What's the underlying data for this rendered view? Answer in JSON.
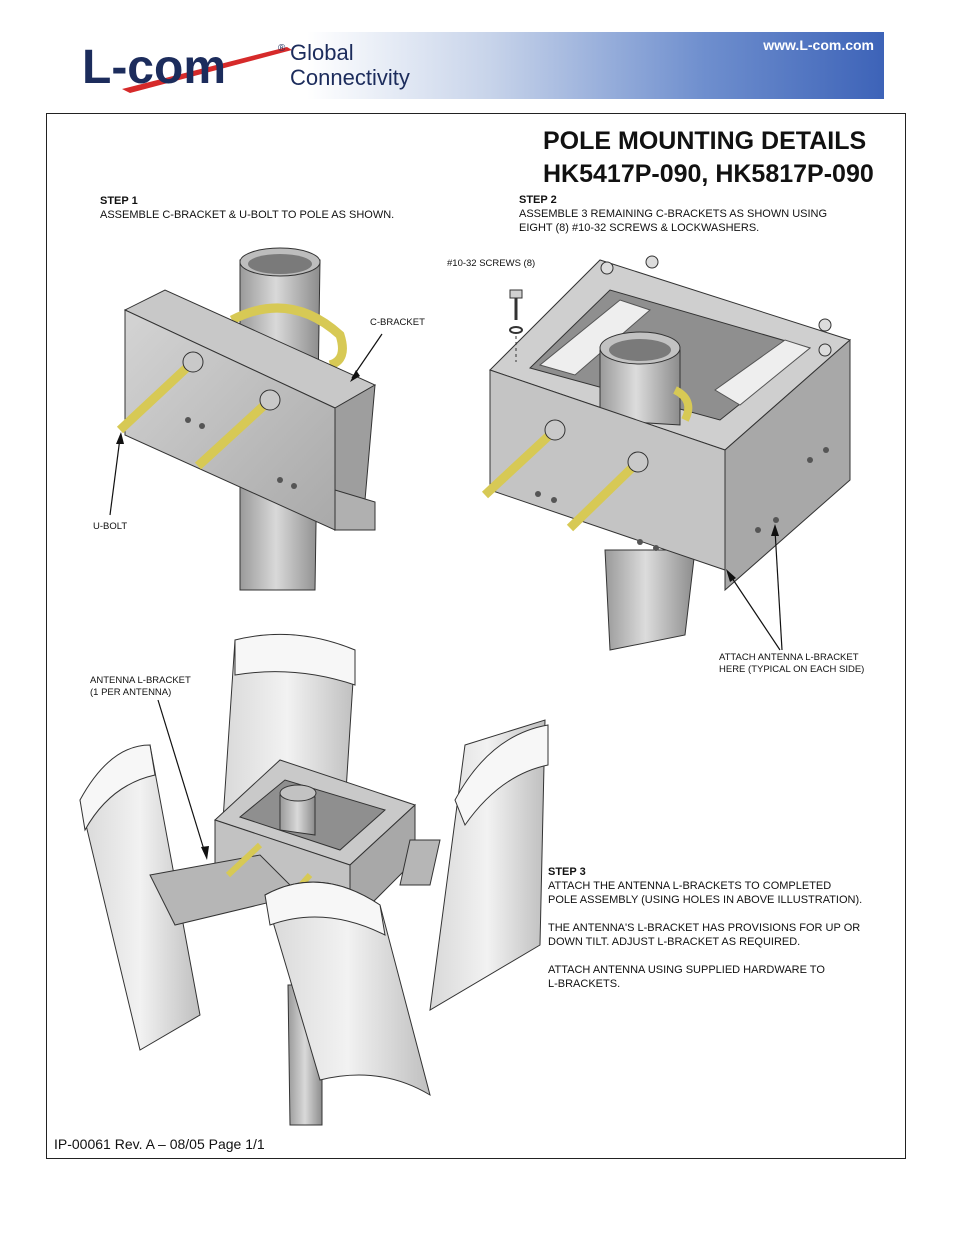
{
  "header": {
    "logo_text": "L-com",
    "registered": "®",
    "brand_line1": "Global",
    "brand_line2": "Connectivity",
    "website": "www.L-com.com"
  },
  "title": {
    "line1": "POLE MOUNTING DETAILS",
    "line2": "HK5417P-090, HK5817P-090"
  },
  "step1": {
    "heading": "STEP 1",
    "text": "ASSEMBLE C-BRACKET & U-BOLT TO POLE AS SHOWN.",
    "label_cbracket": "C-BRACKET",
    "label_ubolt": "U-BOLT"
  },
  "step2": {
    "heading": "STEP 2",
    "line1": "ASSEMBLE 3 REMAINING C-BRACKETS AS SHOWN USING",
    "line2": "EIGHT (8) #10-32 SCREWS & LOCKWASHERS.",
    "label_screws": "#10-32 SCREWS (8)",
    "label_attach1": "ATTACH ANTENNA L-BRACKET",
    "label_attach2": "HERE (TYPICAL ON EACH SIDE)"
  },
  "step3": {
    "label_lbracket1": "ANTENNA L-BRACKET",
    "label_lbracket2": "(1 PER ANTENNA)",
    "heading": "STEP 3",
    "p1_line1": "ATTACH THE ANTENNA L-BRACKETS TO COMPLETED",
    "p1_line2": "POLE ASSEMBLY (USING HOLES IN ABOVE ILLUSTRATION).",
    "p2_line1": "THE ANTENNA'S L-BRACKET HAS PROVISIONS FOR UP OR",
    "p2_line2": "DOWN TILT.  ADJUST L-BRACKET AS REQUIRED.",
    "p3_line1": "ATTACH ANTENNA USING SUPPLIED HARDWARE TO",
    "p3_line2": "L-BRACKETS."
  },
  "footer": {
    "text": "IP-00061 Rev. A – 08/05 Page 1/1"
  },
  "colors": {
    "brand_red": "#d62a2a",
    "brand_navy": "#1c2c5c",
    "banner_blue": "#3d63b8",
    "ubolt_yellow": "#d7c955",
    "metal_gray": "#b9b9b9"
  }
}
